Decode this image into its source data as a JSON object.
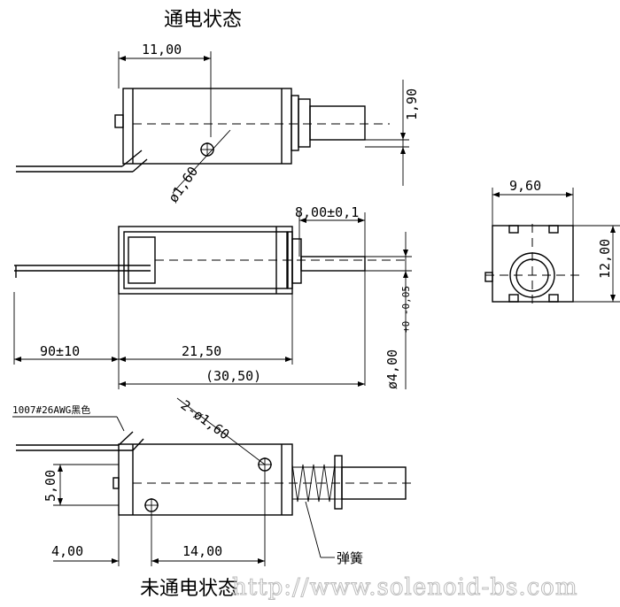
{
  "titles": {
    "energized": "通电状态",
    "de_energized": "未通电状态"
  },
  "dims": {
    "top_width": "11,00",
    "top_stroke": "1,90",
    "top_hole": "ø1,60",
    "plunger_len": "8,00±0,1",
    "lead_len": "90±10",
    "body_len": "21,50",
    "total_len": "(30,50)",
    "plunger_dia_main": "ø4,00",
    "plunger_dia_tol": "+0 -0,05",
    "end_width": "9,60",
    "end_height": "12,00",
    "wire_spec": "1007#26AWG黑色",
    "holes": "2-ø1,60",
    "hole_height": "5,00",
    "hole_offset": "4,00",
    "hole_pitch": "14,00",
    "spring_label": "弹簧"
  },
  "watermark": "http://www.solenoid-bs.com"
}
